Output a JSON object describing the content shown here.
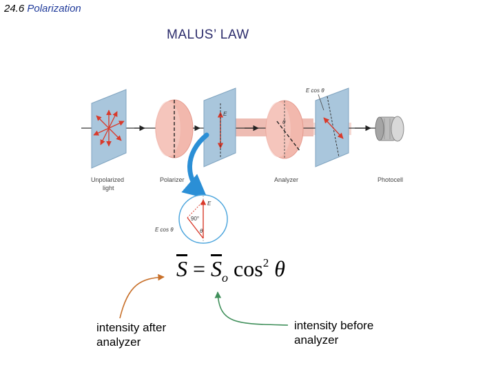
{
  "header": {
    "section_number": "24.6",
    "section_topic": "Polarization"
  },
  "slide": {
    "title": "MALUS’ LAW"
  },
  "figure": {
    "labels": {
      "unpolarized_line1": "Unpolarized",
      "unpolarized_line2": "light",
      "polarizer": "Polarizer",
      "analyzer": "Analyzer",
      "photocell": "Photocell"
    },
    "symbols": {
      "e_field": "E",
      "theta": "θ",
      "e_cos_theta_top": "E cos θ",
      "e_cos_theta_inset": "E cos θ",
      "angle_90": "90°",
      "inset_e": "E",
      "inset_theta": "θ"
    }
  },
  "equation": {
    "lhs": "S",
    "equals": " = ",
    "rhs_var": "S",
    "rhs_sub": "o",
    "func": " cos",
    "power": "2",
    "angle": " θ"
  },
  "annotations": {
    "after_line1": "intensity after",
    "after_line2": "analyzer",
    "before_line1": "intensity before",
    "before_line2": "analyzer"
  },
  "colors": {
    "section_topic": "#1f3a9a",
    "plate": "#a9c6dc",
    "lens": "#f2b8ad",
    "beam": "#e8a69a",
    "inset_arrow": "#2b8fd6",
    "arrow_red": "#d93a2b",
    "annot_orange": "#c8702a",
    "annot_green": "#3f8f5a"
  }
}
